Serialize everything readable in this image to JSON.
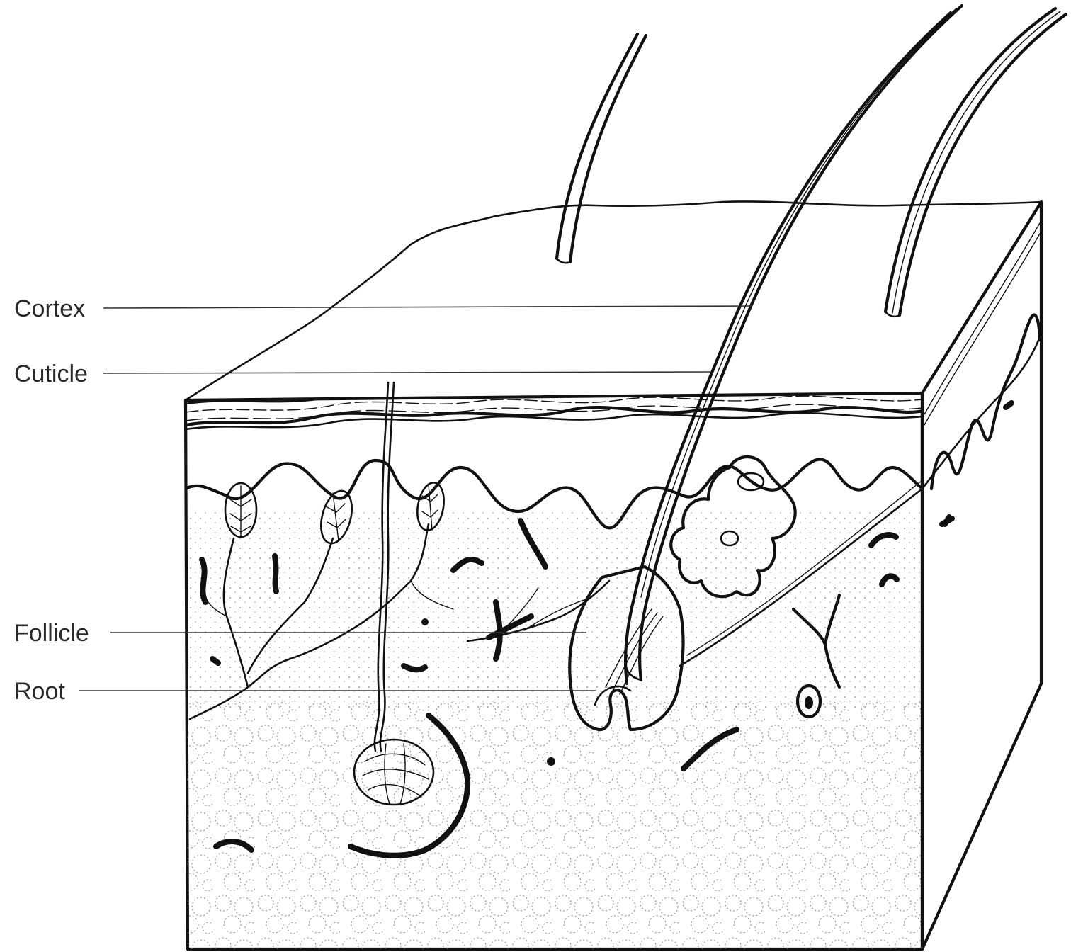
{
  "labels": {
    "cortex": "Cortex",
    "cuticle": "Cuticle",
    "follicle": "Follicle",
    "root": "Root"
  },
  "colors": {
    "ink": "#111111",
    "label": "#2a2a2a",
    "epidermis_shade": "#d9d9d9",
    "block_side_shade": "#bdbdbd",
    "gland": "#9a9a9a"
  }
}
